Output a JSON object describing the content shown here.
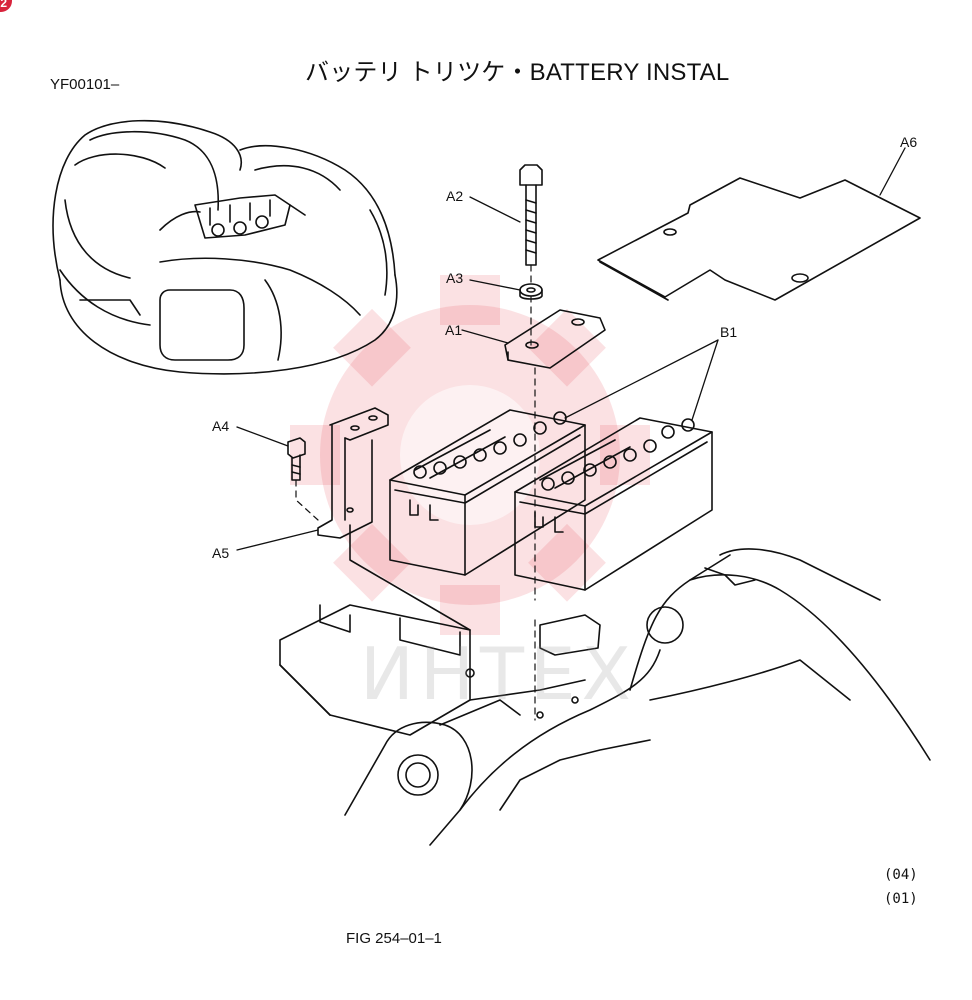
{
  "badge": "2",
  "header": {
    "title": "バッテリ トリツケ・BATTERY INSTAL",
    "serial": "YF00101–"
  },
  "callouts": {
    "a1": "A1",
    "a2": "A2",
    "a3": "A3",
    "a4": "A4",
    "a5": "A5",
    "a6": "A6",
    "b1": "B1"
  },
  "revisions": [
    "(04)",
    "(01)"
  ],
  "watermark": "ИНТЕХ",
  "figure_label": "FIG 254–01–1"
}
